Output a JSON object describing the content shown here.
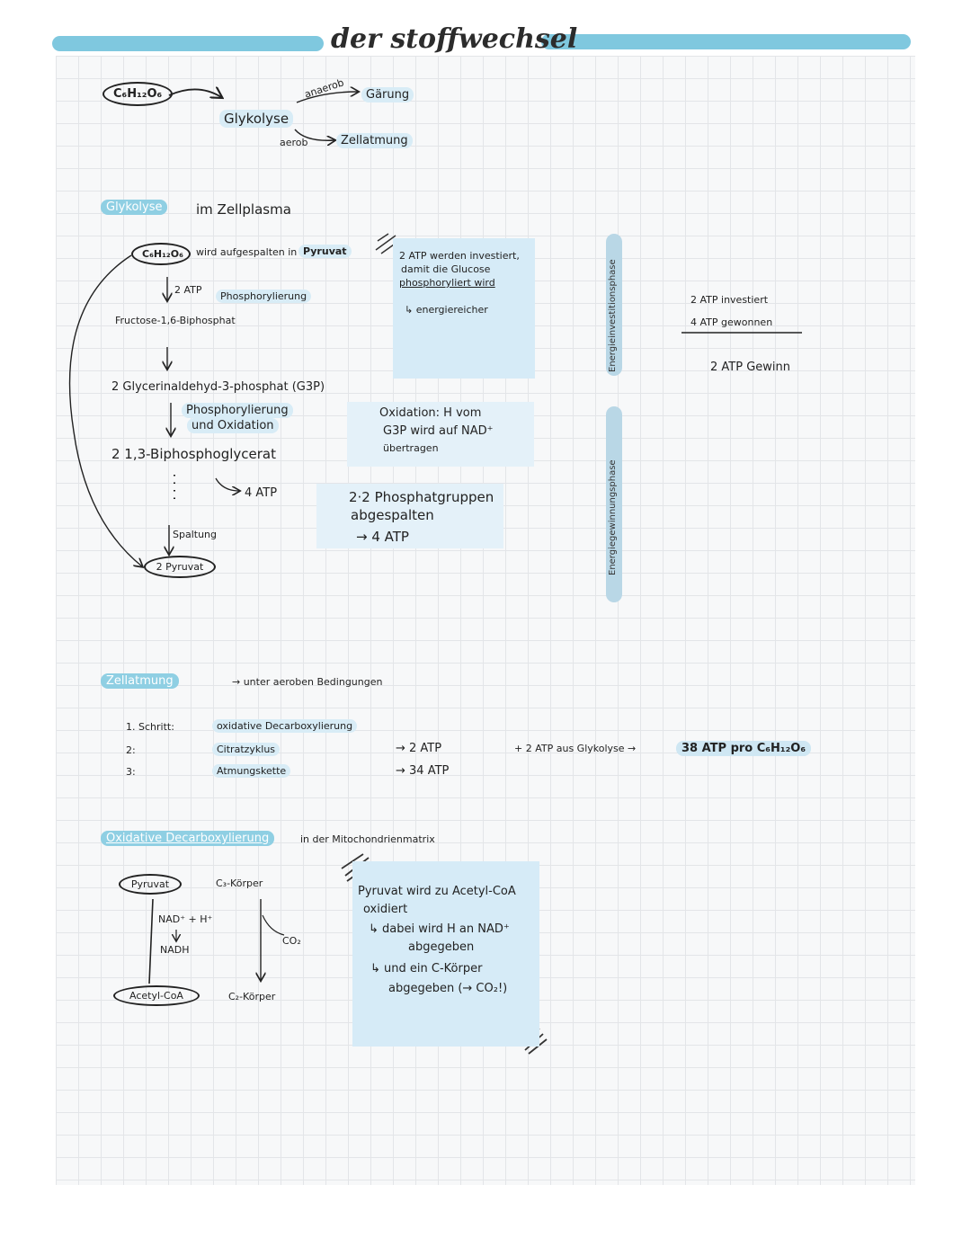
{
  "title": "der stoffwechsel",
  "overview": {
    "glucose": "C₆H₁₂O₆",
    "glykolyse": "Glykolyse",
    "anaerob": "anaerob",
    "aerob": "aerob",
    "gaerung": "Gärung",
    "zellatmung": "Zellatmung"
  },
  "glykolyse_section": {
    "tag": "Glykolyse",
    "location": "im Zellplasma",
    "glucose": "C₆H₁₂O₆",
    "split_text": "wird aufgespalten in",
    "pyruvat_label": "Pyruvat",
    "atp_in": "2 ATP",
    "phosphorylierung": "Phosphorylierung",
    "fructose": "Fructose-1,6-Biphosphat",
    "g3p": "2 Glycerinaldehyd-3-phosphat (G3P)",
    "phos_ox_1": "Phosphorylierung",
    "phos_ox_2": "und Oxidation",
    "biphospho": "2 1,3-Biphosphoglycerat",
    "atp_out": "4 ATP",
    "spaltung": "Spaltung",
    "pyruvat_end": "2 Pyruvat",
    "note1_line1": "2 ATP werden investiert,",
    "note1_line2": "damit die Glucose",
    "note1_line3": "phosphoryliert wird",
    "note1_line4": "↳ energiereicher",
    "note2_line1": "Oxidation: H vom",
    "note2_line2": "G3P wird auf NAD⁺",
    "note2_line3": "übertragen",
    "note3_line1": "2·2 Phosphatgruppen",
    "note3_line2": "abgespalten",
    "note3_line3": "→ 4 ATP",
    "phase1": "Energieinvestitionsphase",
    "phase2": "Energiegewinnungsphase",
    "sum_invest": "2 ATP investiert",
    "sum_gain": "4 ATP gewonnen",
    "sum_total": "2 ATP Gewinn"
  },
  "zellatmung_section": {
    "tag": "Zellatmung",
    "condition": "→ unter aeroben Bedingungen",
    "step1_num": "1. Schritt:",
    "step1": "oxidative Decarboxylierung",
    "step2_num": "2:",
    "step2": "Citratzyklus",
    "step3_num": "3:",
    "step3": "Atmungskette",
    "atp_2": "→ 2 ATP",
    "atp_34": "→ 34 ATP",
    "plus_glyk": "+ 2 ATP aus Glykolyse →",
    "total": "38 ATP pro C₆H₁₂O₆"
  },
  "decarb_section": {
    "tag": "Oxidative Decarboxylierung",
    "location": "in der Mitochondrienmatrix",
    "pyruvat": "Pyruvat",
    "c3": "C₃-Körper",
    "nad": "NAD⁺ + H⁺",
    "nadh": "NADH",
    "co2": "CO₂",
    "acetyl": "Acetyl-CoA",
    "c2": "C₂-Körper",
    "note_line1": "Pyruvat wird zu Acetyl-CoA",
    "note_line2": "oxidiert",
    "note_line3": "↳ dabei wird H an NAD⁺",
    "note_line4": "abgegeben",
    "note_line5": "↳ und ein C-Körper",
    "note_line6": "abgegeben (→ CO₂!)"
  }
}
